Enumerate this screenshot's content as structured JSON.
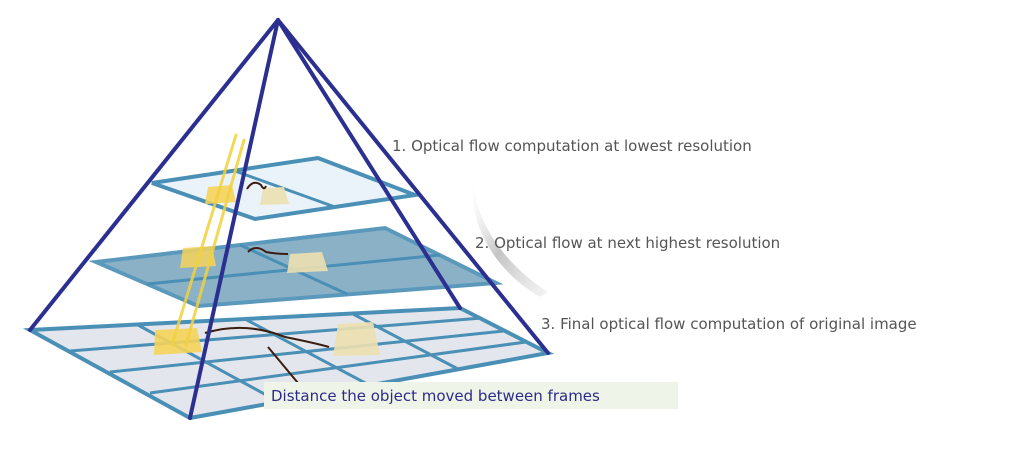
{
  "diagram": {
    "labels": {
      "step1": "1. Optical flow computation at lowest resolution",
      "step2": "2. Optical flow at next highest resolution",
      "step3": "3. Final optical flow computation of original image",
      "caption": "Distance the object moved between frames"
    },
    "colors": {
      "pyramid_edge": "#2b2f8f",
      "grid_line": "#4a8fb5",
      "level_top_fill": "#eaf3fa",
      "level_mid_fill": "#7fa9c2",
      "level_bottom_fill": "#e3e6ec",
      "object_frame1": "#f5d35a",
      "object_frame2": "#ece0b0",
      "flow_ray": "#f2d23c",
      "motion_path": "#3a1e12",
      "caption_bg": "#eef5e8",
      "caption_text": "#2e2a8a",
      "label_text": "#555555"
    }
  }
}
